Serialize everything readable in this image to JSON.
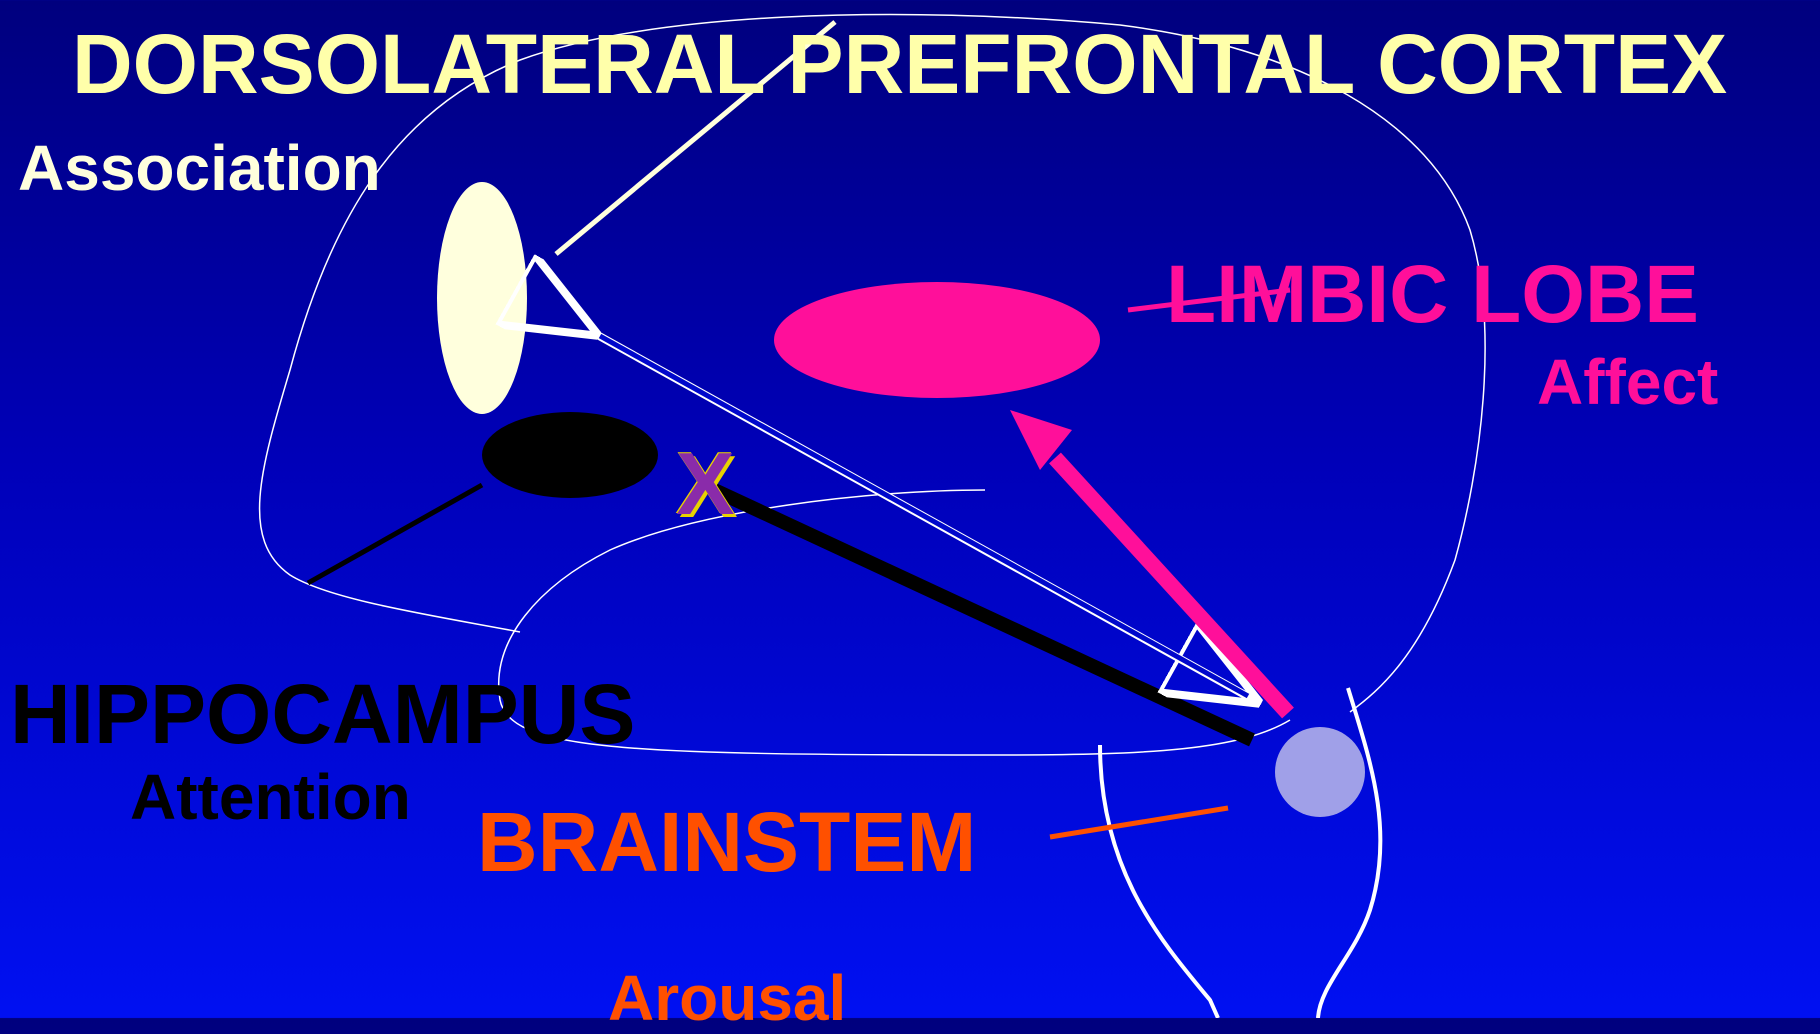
{
  "colors": {
    "association": "#ffffdd",
    "limbic": "#ff0f9a",
    "hippocampus": "#000000",
    "brainstem": "#ff5000",
    "brainstem_node": "#a0a0e8",
    "x_mark": "#8a2baa",
    "outline": "#ffffff"
  },
  "labels": {
    "title": "DORSOLATERAL PREFRONTAL CORTEX",
    "association": "Association",
    "limbic_lobe": "LIMBIC LOBE",
    "affect": "Affect",
    "hippocampus": "HIPPOCAMPUS",
    "attention": "Attention",
    "brainstem": "BRAINSTEM",
    "arousal": "Arousal",
    "blocked_mark": "X"
  }
}
